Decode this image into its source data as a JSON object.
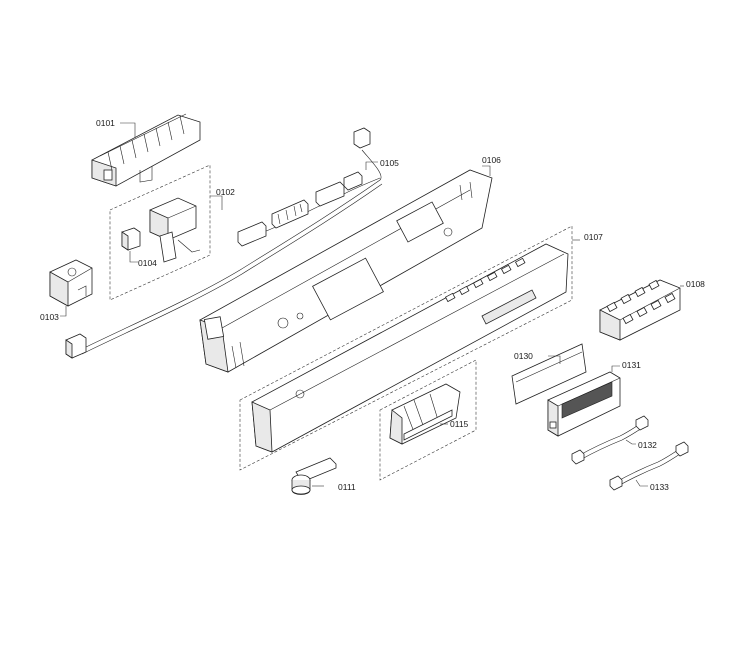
{
  "callouts": {
    "c0101": "0101",
    "c0102": "0102",
    "c0103": "0103",
    "c0104": "0104",
    "c0105": "0105",
    "c0106": "0106",
    "c0107": "0107",
    "c0108": "0108",
    "c0111": "0111",
    "c0115": "0115",
    "c0130": "0130",
    "c0131": "0131",
    "c0132": "0132",
    "c0133": "0133"
  }
}
